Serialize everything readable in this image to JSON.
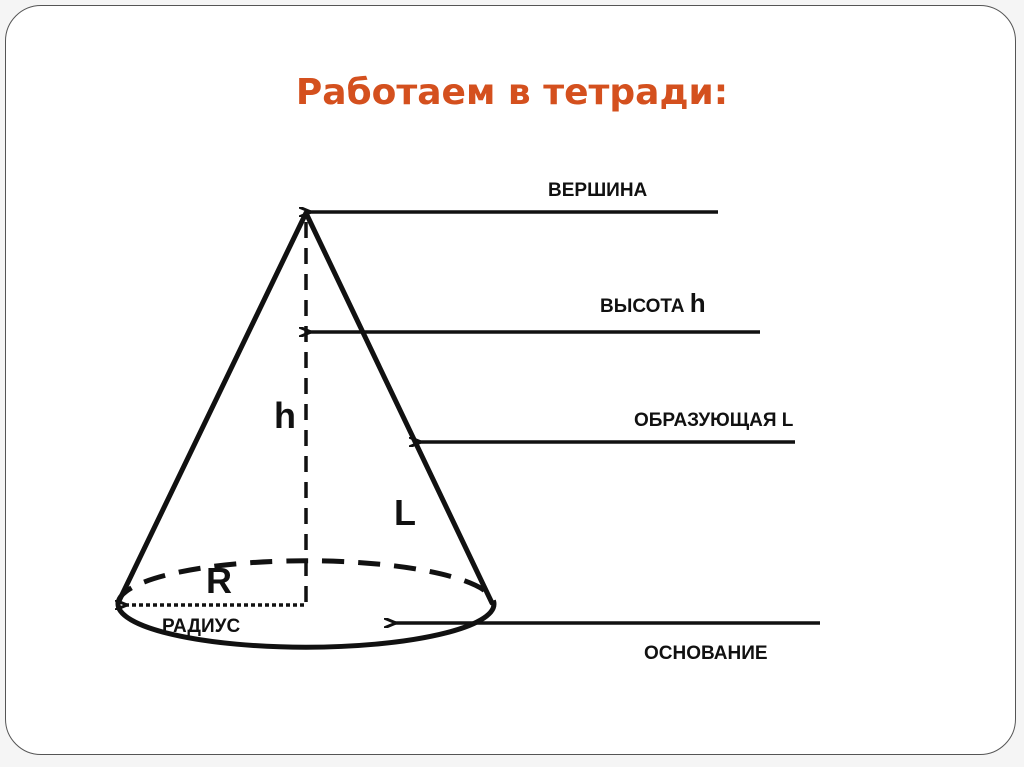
{
  "slide": {
    "title": "Работаем в тетради:",
    "title_color": "#d4501e"
  },
  "diagram": {
    "subject": "cone",
    "labels": {
      "apex": "ВЕРШИНА",
      "height_text": "ВЫСОТА",
      "height_symbol": "h",
      "generatrix_text": "ОБРАЗУЮЩАЯ",
      "generatrix_symbol": "L",
      "base": "ОСНОВАНИЕ",
      "radius_text": "РАДИУС",
      "radius_symbol": "R",
      "h_symbol": "h",
      "l_symbol": "L"
    }
  }
}
